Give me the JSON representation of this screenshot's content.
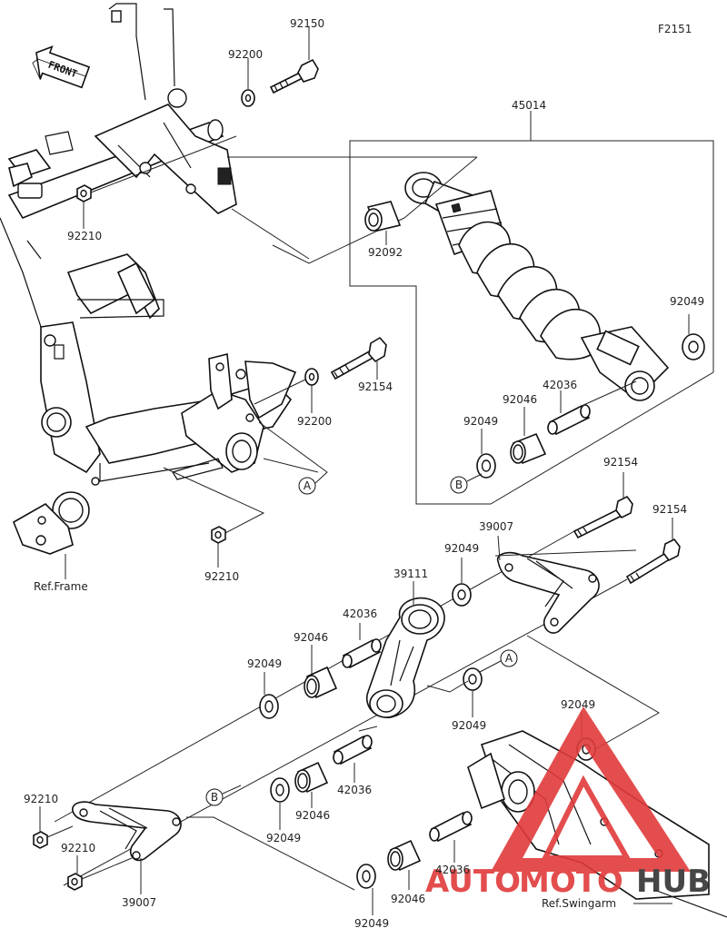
{
  "figure_code": "F2151",
  "front_label": "FRONT",
  "ref_frame": "Ref.Frame",
  "ref_swingarm": "Ref.Swingarm",
  "callouts": {
    "a_top": "A",
    "a_mid": "A",
    "b_top": "B",
    "b_mid": "B"
  },
  "parts": {
    "p92150": "92150",
    "p92200_top": "92200",
    "p45014": "45014",
    "p92210_top": "92210",
    "p92092": "92092",
    "p92049_shock": "92049",
    "p92154_top": "92154",
    "p42036_shock": "42036",
    "p92046_shock": "92046",
    "p92200_mid": "92200",
    "p92049_shock_b": "92049",
    "p92154_right1": "92154",
    "p92154_right2": "92154",
    "p92210_frame": "92210",
    "p39007_top": "39007",
    "p92049_upper": "92049",
    "p39111": "39111",
    "p42036_upper": "42036",
    "p92046_upper": "92046",
    "p92049_left": "92049",
    "p92049_a": "92049",
    "p92049_swing": "92049",
    "p92210_left1": "92210",
    "p92210_left2": "92210",
    "p42036_lower": "42036",
    "p92046_lower": "92046",
    "p92049_lower": "92049",
    "p39007_bottom": "39007",
    "p42036_bottom": "42036",
    "p92046_bottom": "92046",
    "p92049_bottom": "92049"
  },
  "watermark": {
    "part1": "AUTO",
    "part2": "MOTO",
    "part3": "HUB",
    "color_red": "#e03a3a",
    "color_dark": "#333333"
  }
}
